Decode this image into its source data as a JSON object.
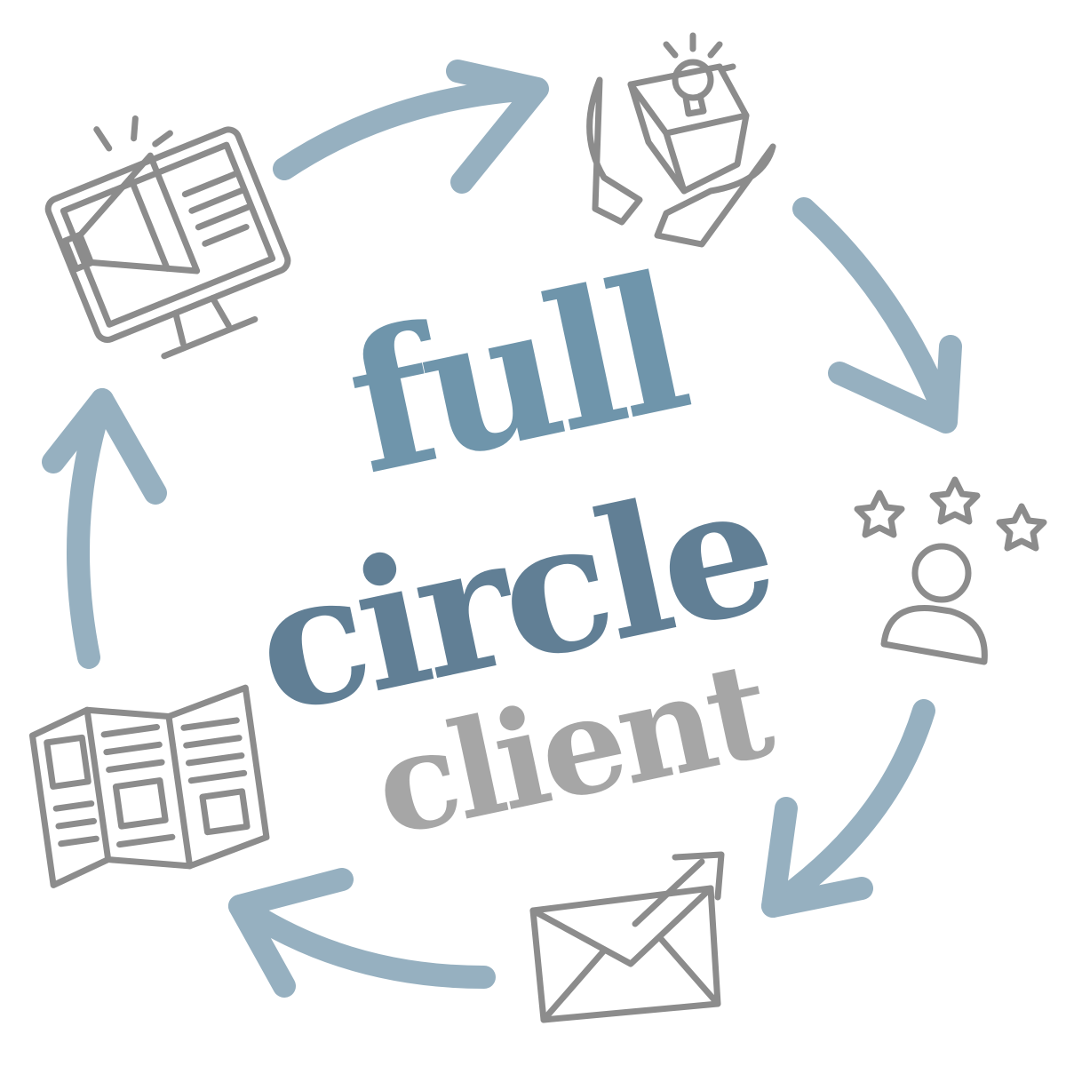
{
  "logo": {
    "line1": "full",
    "line2": "circle",
    "line3": "client"
  },
  "colors": {
    "arrow": "#96b0c0",
    "line1": "#6f95ab",
    "line2": "#617f95",
    "line3": "#a6a6a6",
    "icon": "#8c8c8c"
  },
  "icons": [
    "megaphone-monitor-icon",
    "idea-box-hands-icon",
    "rating-stars-user-icon",
    "email-growth-icon",
    "brochure-icon"
  ]
}
